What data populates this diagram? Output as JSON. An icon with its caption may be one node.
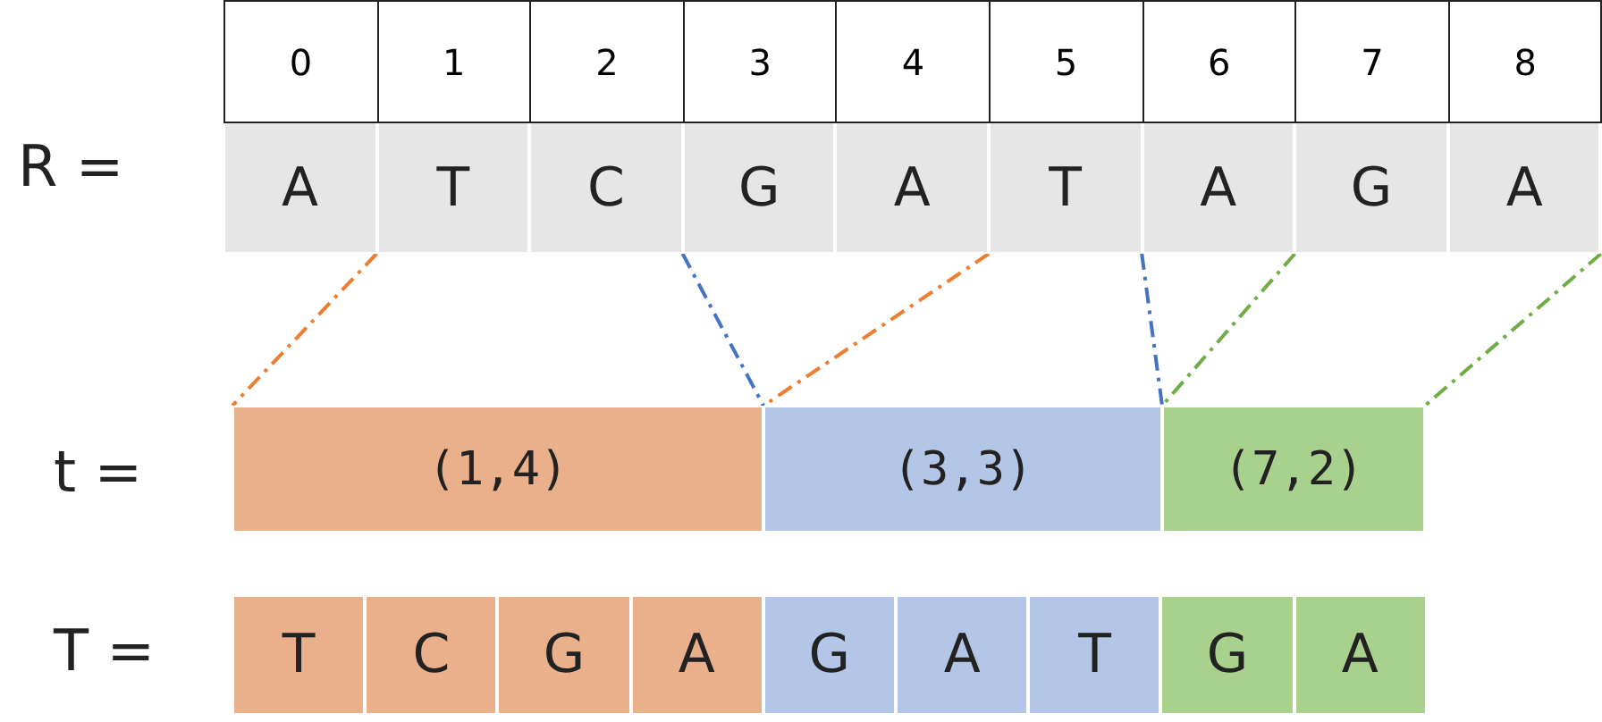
{
  "diagram": {
    "nodes": [
      {
        "text": [
          "A"
        ]
      },
      {
        "text": [
          "T"
        ]
      },
      {
        "text": [
          "C"
        ]
      },
      {
        "text": [
          "G"
        ]
      },
      {
        "text": [
          "A"
        ]
      },
      {
        "text": [
          "T"
        ]
      },
      {
        "text": [
          "A"
        ]
      },
      {
        "text": [
          "G"
        ]
      },
      {
        "text": [
          "A"
        ]
      },
      {
        "text": [
          "(1,4)"
        ]
      },
      {
        "text": [
          "(3,3)"
        ]
      },
      {
        "text": [
          "(7,2)"
        ]
      },
      {
        "text": [
          "T"
        ]
      },
      {
        "text": [
          "C"
        ]
      },
      {
        "text": [
          "G"
        ]
      },
      {
        "text": [
          "A"
        ]
      },
      {
        "text": [
          "G"
        ]
      },
      {
        "text": [
          "A"
        ]
      },
      {
        "text": [
          "T"
        ]
      },
      {
        "text": [
          "G"
        ]
      },
      {
        "text": [
          "A"
        ]
      }
    ],
    "edges": [
      {
        "from": 1,
        "to": 9,
        "arrow": "none",
        "style": "dashed",
        "color": "#ed7d31"
      },
      {
        "from": 4,
        "to": 9,
        "arrow": "none",
        "style": "dashed",
        "color": "#ed7d31"
      },
      {
        "from": 3,
        "to": 10,
        "arrow": "none",
        "style": "dashed",
        "color": "#4472c4"
      },
      {
        "from": 5,
        "to": 10,
        "arrow": "none",
        "style": "dashed",
        "color": "#4472c4"
      },
      {
        "from": 7,
        "to": 11,
        "arrow": "none",
        "style": "dashed",
        "color": "#70ad47"
      },
      {
        "from": 8,
        "to": 11,
        "arrow": "none",
        "style": "dashed",
        "color": "#70ad47"
      }
    ],
    "labels": [
      "0",
      "1",
      "2",
      "3",
      "4",
      "5",
      "6",
      "7",
      "8",
      "R =",
      "t =",
      "T ="
    ]
  }
}
